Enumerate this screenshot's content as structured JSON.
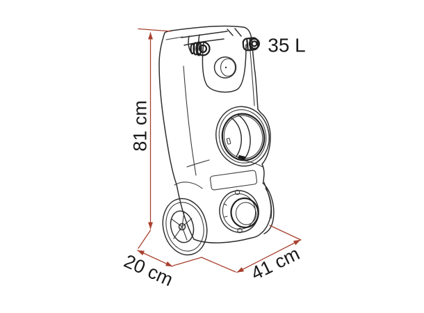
{
  "product_diagram": {
    "capacity_label": "35 L",
    "dimensions": {
      "height": "81 cm",
      "depth": "20 cm",
      "width": "41 cm"
    },
    "colors": {
      "dimension_line": "#a8402f",
      "drawing_line": "#2e2e2e",
      "text": "#1a1a1a",
      "background": "#ffffff"
    }
  }
}
